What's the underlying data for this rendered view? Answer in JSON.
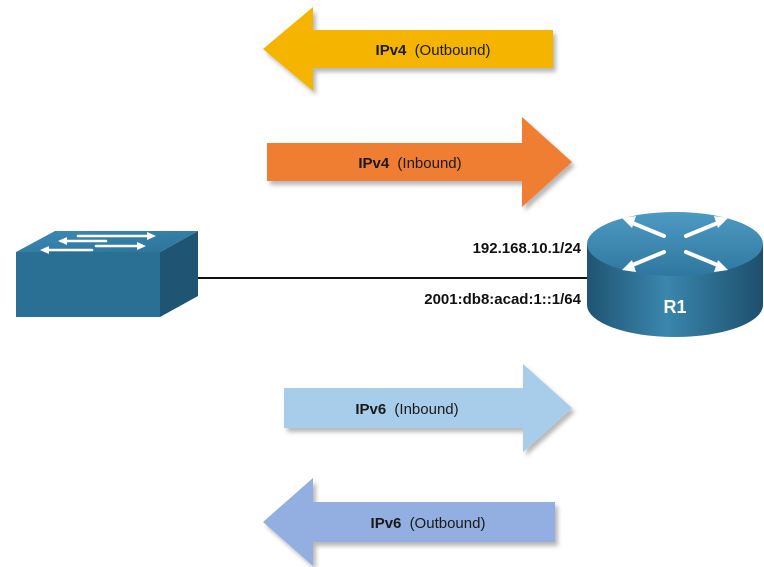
{
  "arrows": {
    "ipv4_outbound": {
      "proto": "IPv4",
      "dir": "(Outbound)",
      "color": "#f5b400"
    },
    "ipv4_inbound": {
      "proto": "IPv4",
      "dir": "(Inbound)",
      "color": "#ef7d30"
    },
    "ipv6_inbound": {
      "proto": "IPv6",
      "dir": "(Inbound)",
      "color": "#a8cdea"
    },
    "ipv6_outbound": {
      "proto": "IPv6",
      "dir": "(Outbound)",
      "color": "#93aee0"
    }
  },
  "router": {
    "name": "R1",
    "icon": "router-icon",
    "color": "#2d6f92"
  },
  "switch": {
    "icon": "switch-icon",
    "color": "#2d6f92"
  },
  "interface": {
    "ipv4": "192.168.10.1/24",
    "ipv6": "2001:db8:acad:1::1/64"
  }
}
